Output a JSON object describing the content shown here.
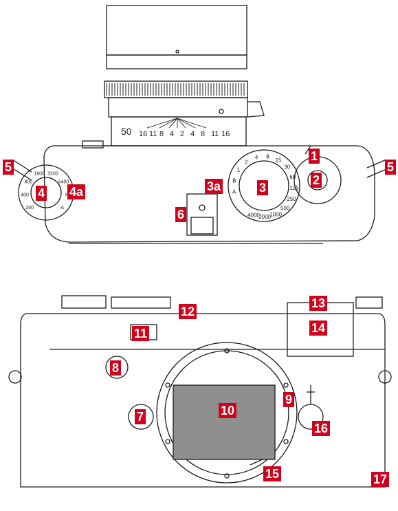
{
  "lens_scale": {
    "focal_length": "50",
    "aperture_marks": [
      "16",
      "11",
      "8",
      "4",
      "2",
      "4",
      "8",
      "11",
      "16"
    ]
  },
  "shutter_dial": {
    "markings": [
      "A",
      "B",
      "1",
      "2",
      "4",
      "8",
      "15",
      "30",
      "60",
      "125",
      "250",
      "500",
      "1000",
      "2000",
      "4000"
    ]
  },
  "iso_dial": {
    "markings": [
      "200",
      "400",
      "800",
      "1600",
      "3200",
      "6400",
      "M",
      "A"
    ]
  },
  "callouts": {
    "c1": "1",
    "c2": "2",
    "c3": "3",
    "c3a": "3a",
    "c4": "4",
    "c4a": "4a",
    "c5_left": "5",
    "c5_right": "5",
    "c6": "6",
    "c7": "7",
    "c8": "8",
    "c9": "9",
    "c10": "10",
    "c11": "11",
    "c12": "12",
    "c13": "13",
    "c14": "14",
    "c15": "15",
    "c16": "16",
    "c17": "17"
  },
  "colors": {
    "callout_bg": "#d0021b",
    "line": "#1a1a1a",
    "sensor": "#8f8f8f"
  }
}
